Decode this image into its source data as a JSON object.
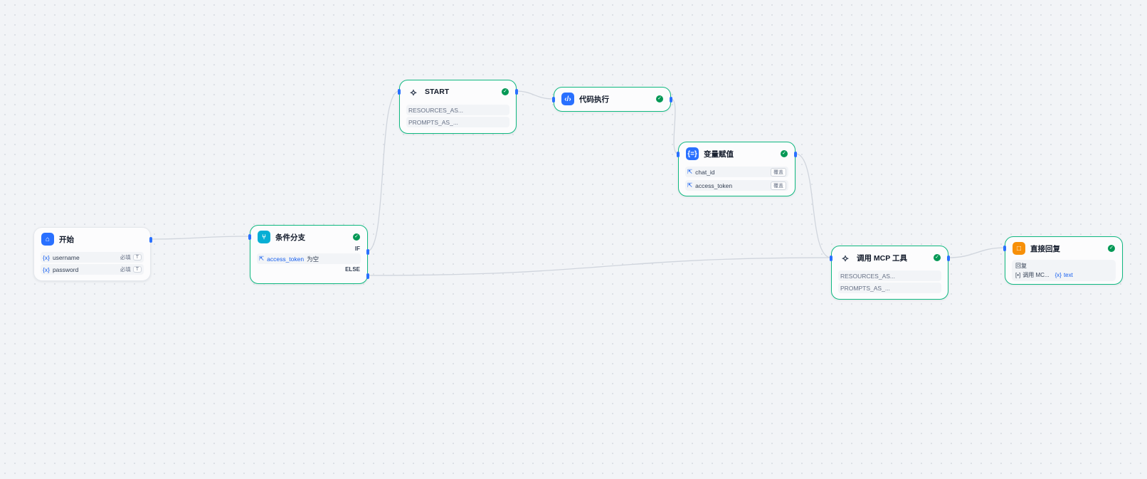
{
  "nodes": {
    "start": {
      "title": "开始",
      "vars": [
        {
          "name": "username",
          "req": "必填"
        },
        {
          "name": "password",
          "req": "必填"
        }
      ]
    },
    "condition": {
      "title": "条件分支",
      "if": "IF",
      "else": "ELSE",
      "cond_var": "access_token",
      "cond_op": "为空"
    },
    "mcp_start": {
      "title": "START",
      "rows": [
        "RESOURCES_AS...",
        "PROMPTS_AS_..."
      ]
    },
    "code": {
      "title": "代码执行"
    },
    "assign": {
      "title": "变量赋值",
      "vars": [
        {
          "name": "chat_id",
          "tag": "覆盖"
        },
        {
          "name": "access_token",
          "tag": "覆盖"
        }
      ]
    },
    "mcp_call": {
      "title": "调用 MCP 工具",
      "rows": [
        "RESOURCES_AS...",
        "PROMPTS_AS_..."
      ]
    },
    "reply": {
      "title": "直接回复",
      "label": "回复",
      "src": "调用 MC...",
      "var": "text"
    }
  },
  "icons": {
    "var": "{x}",
    "check": "✓"
  },
  "colors": {
    "accent": "#2970ff",
    "success": "#10b981",
    "edge": "#d0d5dd"
  }
}
